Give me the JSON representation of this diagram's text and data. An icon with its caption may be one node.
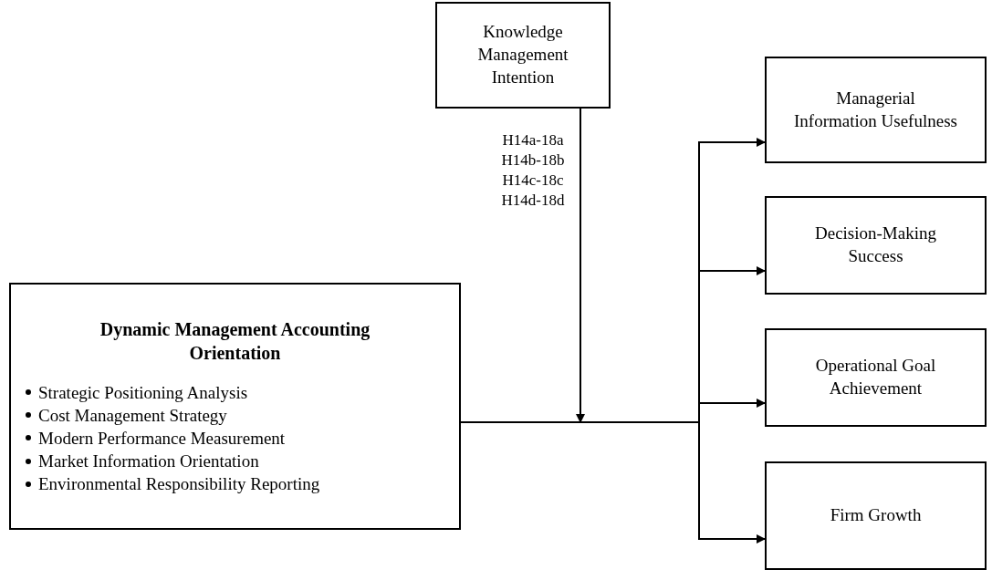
{
  "diagram": {
    "nodes": [
      {
        "text": [
          "Knowledge Management Intention"
        ]
      },
      {
        "text": [
          "Managerial Information Usefulness"
        ]
      },
      {
        "text": [
          "Dynamic Management Accounting Orientation",
          "Strategic Positioning Analysis",
          "Cost Management Strategy",
          "Modern Performance Measurement",
          "Market Information Orientation",
          "Environmental Responsibility Reporting"
        ]
      },
      {
        "text": [
          "Decision-Making Success"
        ]
      },
      {
        "text": [
          "Operational Goal Achievement"
        ]
      },
      {
        "text": [
          "Firm Growth"
        ]
      }
    ],
    "edges": [
      {
        "from": 2,
        "to": 1,
        "arrow": "to"
      },
      {
        "from": 2,
        "to": 3,
        "arrow": "to"
      },
      {
        "from": 2,
        "to": 4,
        "arrow": "to"
      },
      {
        "from": 2,
        "to": 5,
        "arrow": "to"
      },
      {
        "from": 0,
        "to": null,
        "arrow": "to"
      }
    ],
    "labels": [
      "H14a-18a",
      "H14b-18b",
      "H14c-18c",
      "H14d-18d"
    ]
  }
}
